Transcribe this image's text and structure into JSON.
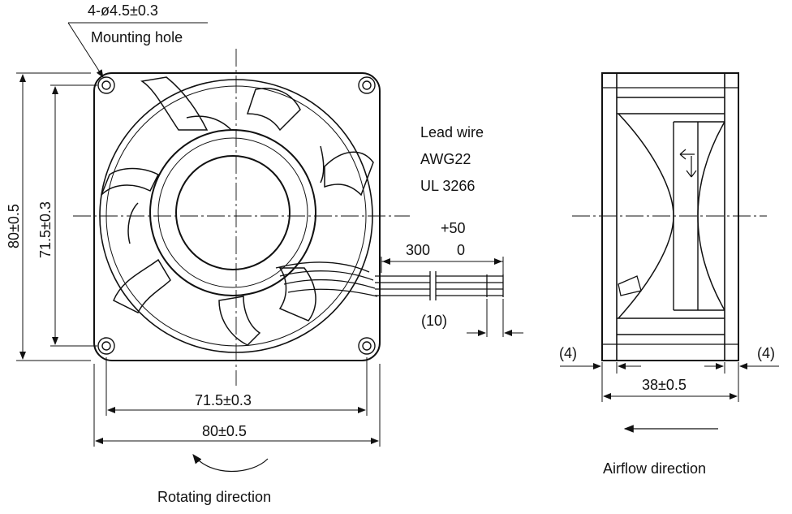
{
  "mounting": {
    "spec": "4-ø4.5±0.3",
    "label": "Mounting hole"
  },
  "lead_wire": {
    "line1": "Lead wire",
    "line2": "AWG22",
    "line3": "UL 3266"
  },
  "wire_length": {
    "plus": "+50",
    "base": "300",
    "minus": "0",
    "stub": "(10)"
  },
  "front": {
    "width_outer": "80±0.5",
    "width_hole": "71.5±0.3",
    "height_outer": "80±0.5",
    "height_hole": "71.5±0.3"
  },
  "side": {
    "depth": "38±0.5",
    "left_offset": "(4)",
    "right_offset": "(4)"
  },
  "captions": {
    "rotating": "Rotating direction",
    "airflow": "Airflow direction"
  }
}
